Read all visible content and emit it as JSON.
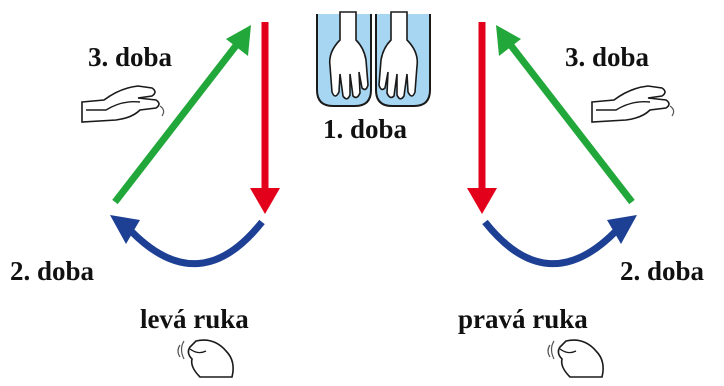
{
  "labels": {
    "beat1": "1. doba",
    "left_beat2": "2. doba",
    "left_beat3": "3. doba",
    "right_beat2": "2. doba",
    "right_beat3": "3. doba",
    "left_hand": "levá ruka",
    "right_hand": "pravá ruka"
  },
  "colors": {
    "downstroke": "#e2001a",
    "arc": "#1d3f94",
    "upstroke": "#22a83a",
    "water": "#a6d6f2",
    "skin": "#ffffff",
    "outline": "#1a1a1a"
  },
  "icons": {
    "beat1": "hands-in-water-icon",
    "beat3": "clapping-hands-icon",
    "hand_label": "snapping-fingers-icon"
  }
}
